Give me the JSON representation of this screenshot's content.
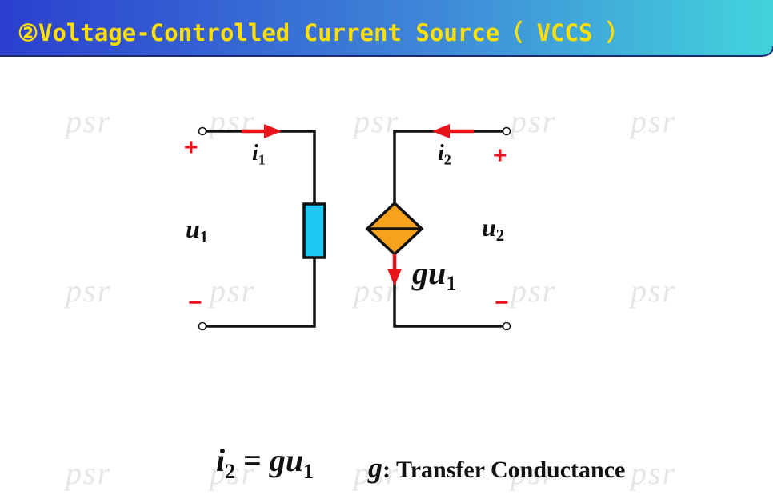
{
  "header": {
    "title": "②Voltage-Controlled Current Source（ VCCS ）",
    "colors": {
      "start": "#2b3fcf",
      "end": "#42d4dc",
      "text": "#ffe000"
    }
  },
  "watermark": "psr",
  "circuit": {
    "left": {
      "current_symbol": "i",
      "current_sub": "1",
      "voltage_symbol": "u",
      "voltage_sub": "1",
      "plus": "+",
      "minus": "−"
    },
    "right": {
      "current_symbol": "i",
      "current_sub": "2",
      "voltage_symbol": "u",
      "voltage_sub": "2",
      "plus": "+",
      "minus": "−"
    },
    "source_label": "gu",
    "source_sub": "1",
    "colors": {
      "wire": "#111111",
      "arrow": "#e8141a",
      "resistor": "#1ec8f0",
      "source": "#f7a21b"
    }
  },
  "equation": {
    "lhs": "i",
    "lhs_sub": "2",
    "equals": "=",
    "rhs": "gu",
    "rhs_sub": "1",
    "g": "g",
    "g_desc": ": Transfer Conductance"
  }
}
